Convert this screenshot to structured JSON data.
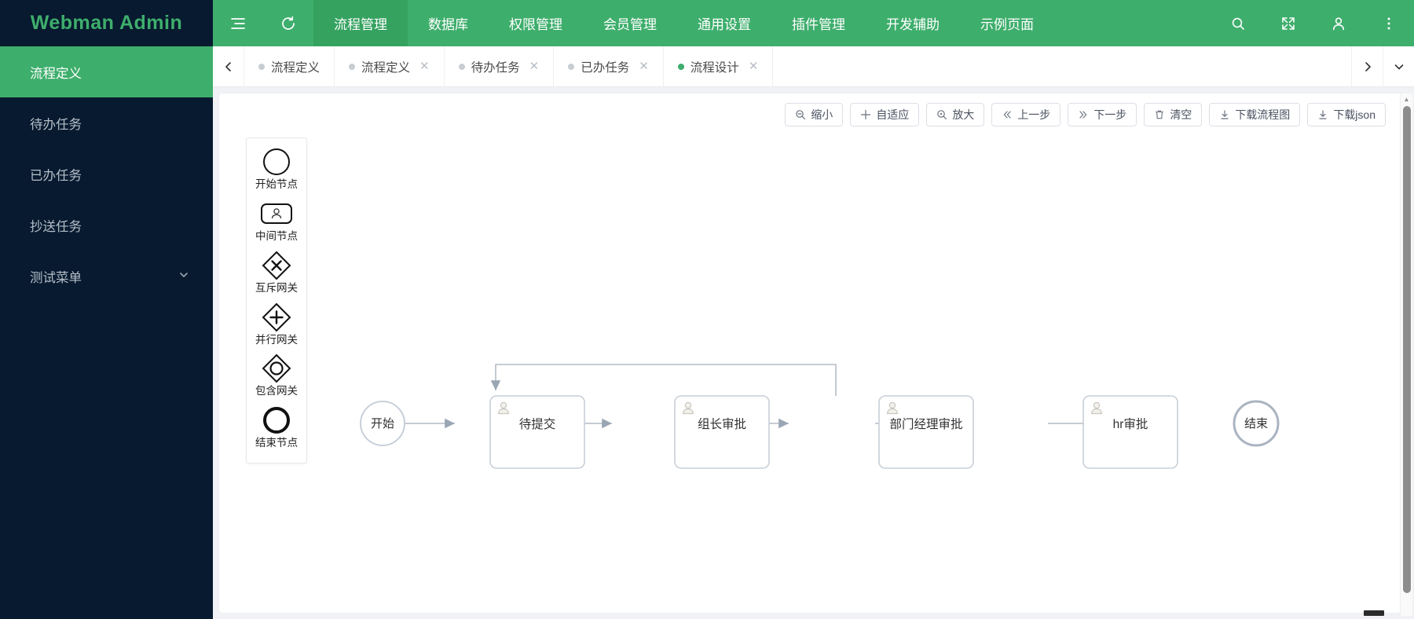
{
  "sidebar": {
    "logo": "Webman Admin",
    "items": [
      {
        "label": "流程定义",
        "active": true,
        "expandable": false
      },
      {
        "label": "待办任务",
        "active": false,
        "expandable": false
      },
      {
        "label": "已办任务",
        "active": false,
        "expandable": false
      },
      {
        "label": "抄送任务",
        "active": false,
        "expandable": false
      },
      {
        "label": "测试菜单",
        "active": false,
        "expandable": true
      }
    ]
  },
  "topnav": {
    "menu_icon": "hamburger-icon",
    "refresh_icon": "refresh-icon",
    "items": [
      {
        "label": "流程管理",
        "active": true
      },
      {
        "label": "数据库",
        "active": false
      },
      {
        "label": "权限管理",
        "active": false
      },
      {
        "label": "会员管理",
        "active": false
      },
      {
        "label": "通用设置",
        "active": false
      },
      {
        "label": "插件管理",
        "active": false
      },
      {
        "label": "开发辅助",
        "active": false
      },
      {
        "label": "示例页面",
        "active": false
      }
    ],
    "right_icons": [
      "search-icon",
      "fullscreen-icon",
      "user-icon",
      "more-vertical-icon"
    ]
  },
  "tabbar": {
    "prev_icon": "chevron-left-icon",
    "next_icon": "chevron-right-icon",
    "dropdown_icon": "chevron-down-icon",
    "tabs": [
      {
        "label": "流程定义",
        "active": false,
        "closable": false
      },
      {
        "label": "流程定义",
        "active": false,
        "closable": true
      },
      {
        "label": "待办任务",
        "active": false,
        "closable": true
      },
      {
        "label": "已办任务",
        "active": false,
        "closable": true
      },
      {
        "label": "流程设计",
        "active": true,
        "closable": true
      }
    ]
  },
  "designer": {
    "toolbar": [
      {
        "label": "缩小",
        "icon": "zoom-out-icon"
      },
      {
        "label": "自适应",
        "icon": "fit-icon"
      },
      {
        "label": "放大",
        "icon": "zoom-in-icon"
      },
      {
        "label": "上一步",
        "icon": "prev-icon"
      },
      {
        "label": "下一步",
        "icon": "next-icon"
      },
      {
        "label": "清空",
        "icon": "trash-icon"
      },
      {
        "label": "下载流程图",
        "icon": "download-icon"
      },
      {
        "label": "下载json",
        "icon": "download-icon"
      }
    ],
    "palette": [
      {
        "label": "开始节点",
        "shape": "circle-thin"
      },
      {
        "label": "中间节点",
        "shape": "rounded-rect-user"
      },
      {
        "label": "互斥网关",
        "shape": "diamond-x"
      },
      {
        "label": "并行网关",
        "shape": "diamond-plus"
      },
      {
        "label": "包含网关",
        "shape": "diamond-circle"
      },
      {
        "label": "结束节点",
        "shape": "circle-thick"
      }
    ],
    "flow": {
      "start": {
        "label": "开始"
      },
      "end": {
        "label": "结束"
      },
      "tasks": [
        {
          "label": "待提交"
        },
        {
          "label": "组长审批"
        },
        {
          "label": "部门经理审批"
        },
        {
          "label": "hr审批"
        }
      ],
      "loopback": {
        "from": "部门经理审批",
        "to": "待提交"
      }
    }
  },
  "colors": {
    "brand_green": "#3EAE6C",
    "brand_green_active": "#35a260",
    "sidebar_bg": "#071A2F",
    "content_bg": "#f0f2f5",
    "node_stroke": "#c6ccd6",
    "edge_stroke": "#b4bcc7"
  }
}
